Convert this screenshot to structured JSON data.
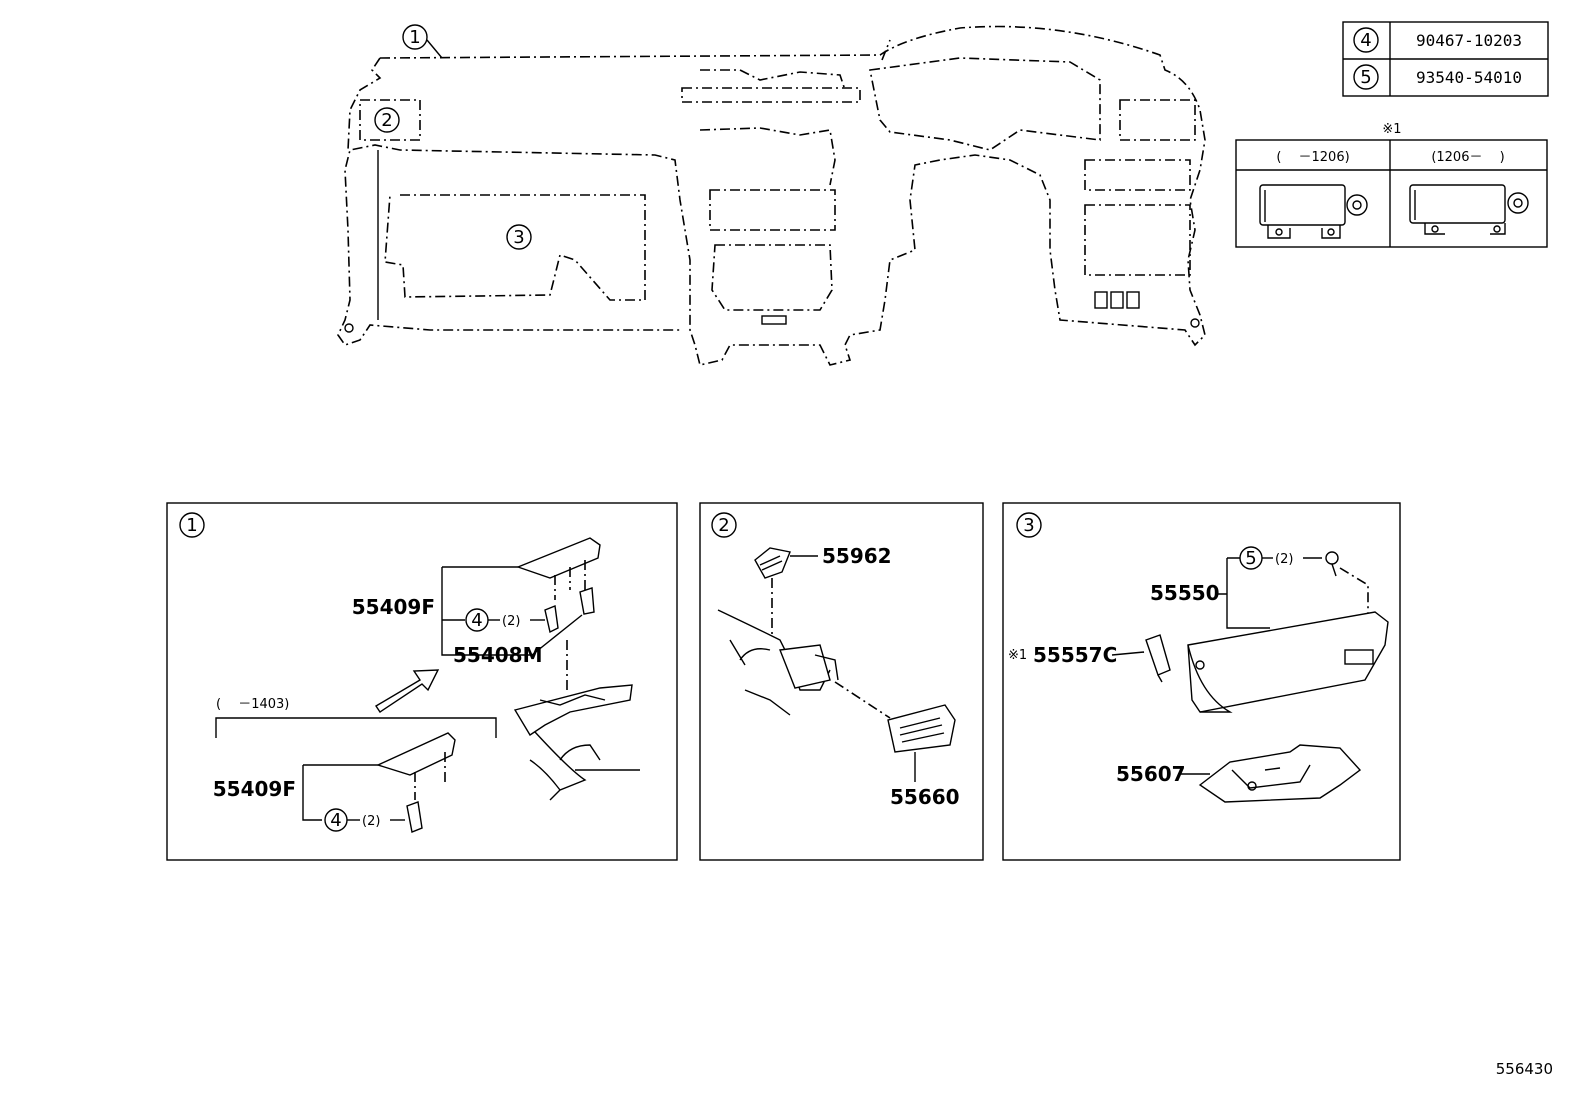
{
  "overview": {
    "callouts": [
      "1",
      "2",
      "3"
    ],
    "fastener_table": [
      {
        "ref": "4",
        "part_no": "90467-10203"
      },
      {
        "ref": "5",
        "part_no": "93540-54010"
      }
    ],
    "note_marker": "※1",
    "variant_table": {
      "col1": "(　 －1206)",
      "col2": "(1206－　 )"
    }
  },
  "panels": [
    {
      "ref": "1",
      "labels": {
        "upper_55409F": "55409F",
        "upper_qty_ref": "4",
        "upper_qty": "(2)",
        "upper_55408M": "55408M",
        "range": "(　 －1403)",
        "lower_55409F": "55409F",
        "lower_qty_ref": "4",
        "lower_qty": "(2)"
      }
    },
    {
      "ref": "2",
      "labels": {
        "vent_upper": "55962",
        "vent_lower": "55660"
      }
    },
    {
      "ref": "3",
      "labels": {
        "screw_ref": "5",
        "screw_qty": "(2)",
        "glovebox": "55550",
        "damper_note": "※1",
        "damper": "55557C",
        "lower_panel": "55607"
      }
    }
  ],
  "diagram_id": "556430"
}
